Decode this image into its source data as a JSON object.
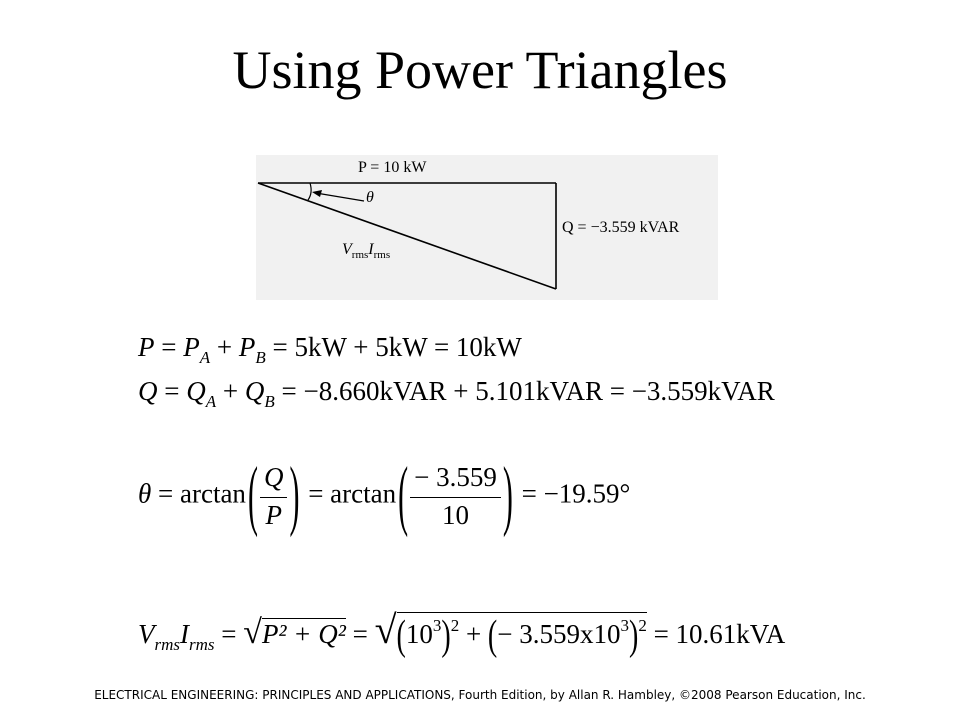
{
  "slide": {
    "title": "Using Power Triangles",
    "footer": "ELECTRICAL ENGINEERING: PRINCIPLES AND APPLICATIONS, Fourth Edition, by Allan R. Hambley, ©2008 Pearson Education, Inc."
  },
  "figure": {
    "p_label": "P = 10 kW",
    "theta_label": "θ",
    "hyp_v": "V",
    "hyp_v_sub": "rms",
    "hyp_i": "I",
    "hyp_i_sub": "rms",
    "q_label": "Q = −3.559 kVAR"
  },
  "equations": {
    "eq1": {
      "P": "P",
      "eq": " = ",
      "PA": "P",
      "A": "A",
      "plus": " + ",
      "PB": "P",
      "B": "B",
      "rhs": " = 5kW + 5kW = 10kW"
    },
    "eq2": {
      "Q": "Q",
      "eq": " = ",
      "QA": "Q",
      "A": "A",
      "plus": " + ",
      "QB": "Q",
      "B": "B",
      "rhs": " = −8.660kVAR + 5.101kVAR = −3.559kVAR"
    },
    "eq3": {
      "theta": "θ",
      "eq1": " = arctan",
      "num1": "Q",
      "den1": "P",
      "eq2": " = arctan",
      "num2": "− 3.559",
      "den2": "10",
      "rhs": " = −19.59°"
    },
    "eq4": {
      "V": "V",
      "Vs": "rms",
      "I": "I",
      "Is": "rms",
      "eq1": " = ",
      "sq1": "P² + Q²",
      "eq2": " = ",
      "t1": "10",
      "t1exp": "3",
      "outexp": "2",
      "mid": " + ",
      "t2": "− 3.559x10",
      "t2exp": "3",
      "outexp2": "2",
      "rhs": " = 10.61kVA"
    }
  }
}
